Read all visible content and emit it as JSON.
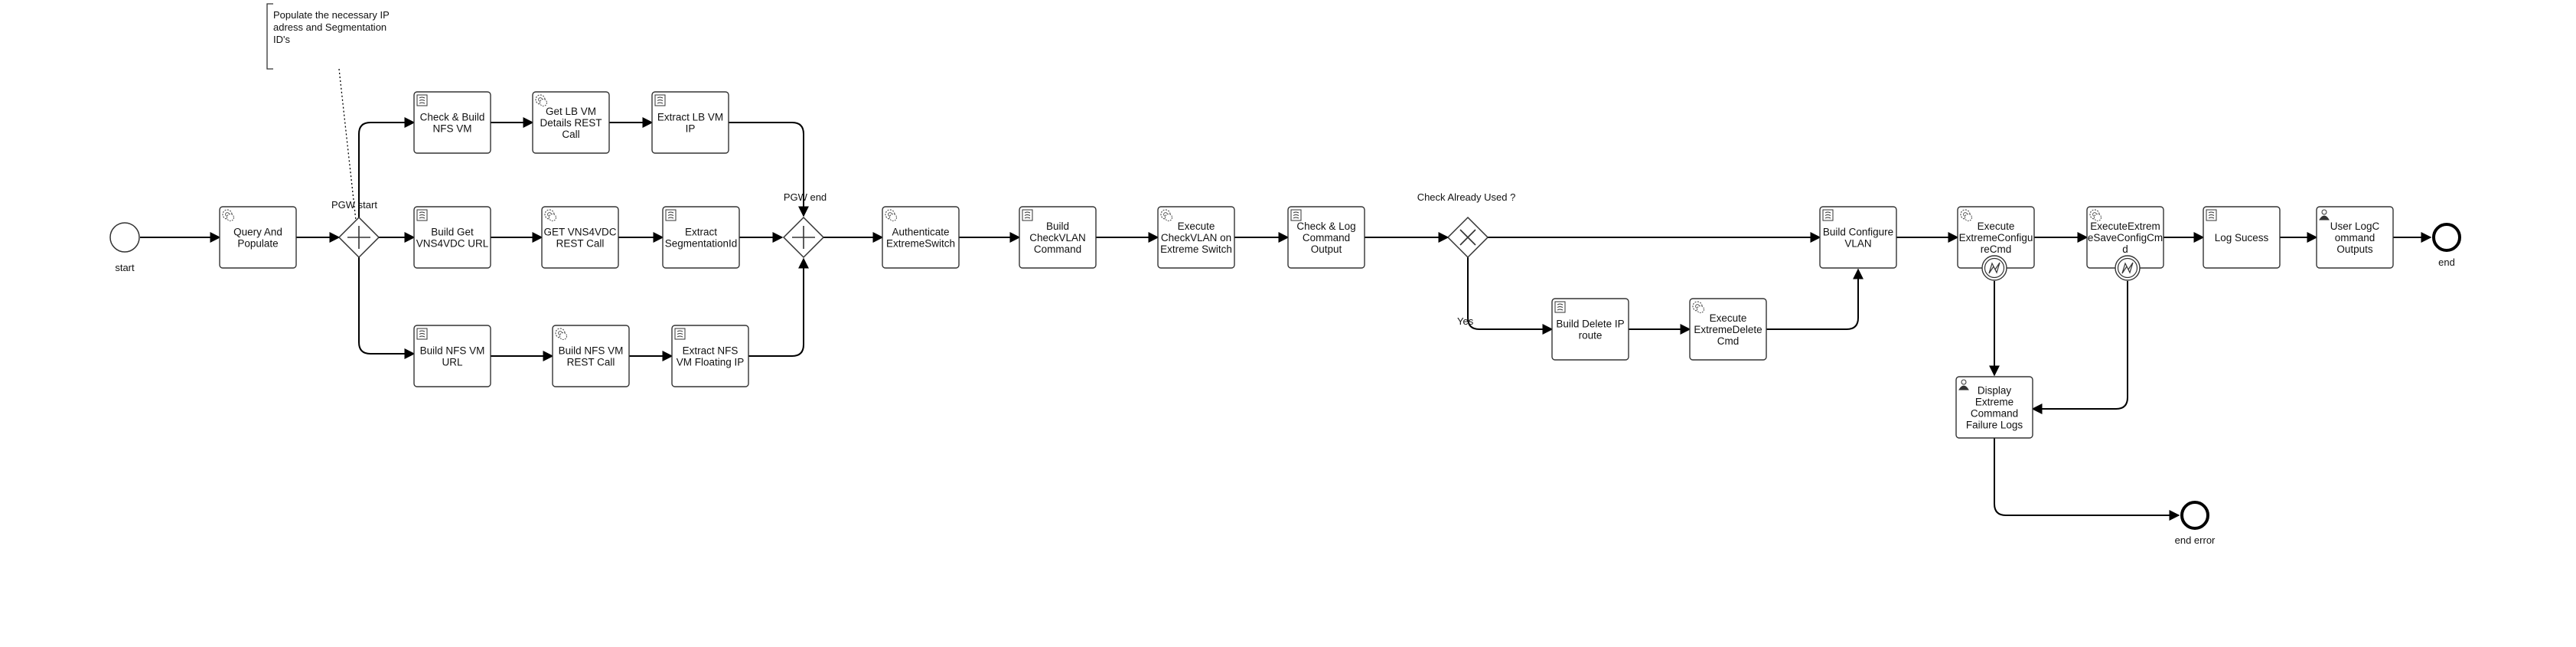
{
  "annotation": {
    "lines": [
      "Populate the necessary IP",
      "adress and Segmentation",
      "ID's"
    ]
  },
  "events": {
    "start": "start",
    "end": "end",
    "end_error": "end error"
  },
  "gateways": {
    "pgw_start": "PGW start",
    "pgw_end": "PGW end",
    "check_already_used": "Check Already Used ?",
    "yes_label": "Yes"
  },
  "tasks": {
    "query_and_populate": {
      "kind": "service-icon",
      "lines": [
        "Query And",
        "Populate"
      ]
    },
    "check_build_nfs_vm": {
      "kind": "script-icon",
      "lines": [
        "Check & Build",
        "NFS VM"
      ]
    },
    "get_lb_vm_details": {
      "kind": "service-icon",
      "lines": [
        "Get LB VM",
        "Details REST",
        "Call"
      ]
    },
    "extract_lb_vm_ip": {
      "kind": "script-icon",
      "lines": [
        "Extract LB VM",
        "IP"
      ]
    },
    "build_get_vns4vdc_url": {
      "kind": "script-icon",
      "lines": [
        "Build Get",
        "VNS4VDC URL"
      ]
    },
    "get_vns4vdc_rest_call": {
      "kind": "service-icon",
      "lines": [
        "GET VNS4VDC",
        "REST Call"
      ]
    },
    "extract_segmentation_id": {
      "kind": "script-icon",
      "lines": [
        "Extract",
        "SegmentationId"
      ]
    },
    "build_nfs_vm_url": {
      "kind": "script-icon",
      "lines": [
        "Build NFS VM",
        "URL"
      ]
    },
    "build_nfs_vm_rest_call": {
      "kind": "service-icon",
      "lines": [
        "Build NFS VM",
        "REST Call"
      ]
    },
    "extract_nfs_vm_floating_ip": {
      "kind": "script-icon",
      "lines": [
        "Extract NFS",
        "VM Floating IP"
      ]
    },
    "authenticate_extreme_switch": {
      "kind": "service-icon",
      "lines": [
        "Authenticate",
        "ExtremeSwitch"
      ]
    },
    "build_checkvlan_command": {
      "kind": "script-icon",
      "lines": [
        "Build",
        "CheckVLAN",
        "Command"
      ]
    },
    "execute_checkvlan": {
      "kind": "service-icon",
      "lines": [
        "Execute",
        "CheckVLAN on",
        "Extreme Switch"
      ]
    },
    "check_log_command_output": {
      "kind": "script-icon",
      "lines": [
        "Check & Log",
        "Command",
        "Output"
      ]
    },
    "build_delete_ip_route": {
      "kind": "script-icon",
      "lines": [
        "Build Delete IP",
        "route"
      ]
    },
    "execute_extreme_delete_cmd": {
      "kind": "service-icon",
      "lines": [
        "Execute",
        "ExtremeDelete",
        "Cmd"
      ]
    },
    "build_configure_vlan": {
      "kind": "script-icon",
      "lines": [
        "Build Configure",
        "VLAN"
      ]
    },
    "execute_extreme_configure_cmd": {
      "kind": "service-icon",
      "lines": [
        "Execute",
        "ExtremeConfigu",
        "reCmd"
      ]
    },
    "execute_extreme_save_config_cmd": {
      "kind": "service-icon",
      "lines": [
        "ExecuteExtrem",
        "eSaveConfigCm",
        "d"
      ]
    },
    "log_success": {
      "kind": "script-icon",
      "lines": [
        "Log Sucess"
      ]
    },
    "user_log_command_outputs": {
      "kind": "user-icon",
      "lines": [
        "User LogC",
        "ommand",
        "Outputs"
      ]
    },
    "display_extreme_command_failure_logs": {
      "kind": "user-icon",
      "lines": [
        "Display",
        "Extreme",
        "Command",
        "Failure Logs"
      ]
    }
  }
}
